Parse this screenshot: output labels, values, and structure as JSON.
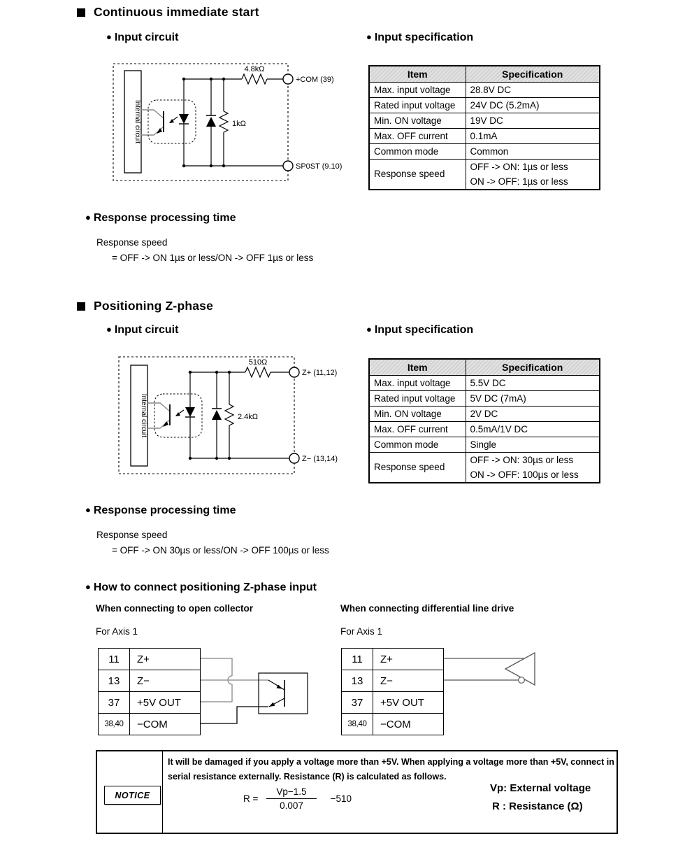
{
  "sections": {
    "continuous": {
      "title": "Continuous immediate start",
      "input_circuit": "Input circuit",
      "input_spec": "Input specification",
      "response_title": "Response processing time",
      "response_line1": "Response speed",
      "response_line2": "= OFF -> ON 1µs or less/ON -> OFF 1µs or less"
    },
    "zphase": {
      "title": "Positioning Z-phase",
      "input_circuit": "Input circuit",
      "input_spec": "Input specification",
      "response_title": "Response processing time",
      "response_line1": "Response speed",
      "response_line2": "= OFF -> ON 30µs or less/ON -> OFF 100µs or less",
      "connect_title": "How to connect positioning Z-phase input"
    }
  },
  "circuit1": {
    "internal_label": "Internal circuit",
    "series_resistor": "4.8kΩ",
    "shunt_resistor": "1kΩ",
    "terminal_top": "+COM (39)",
    "terminal_bottom": "SP0ST (9.10)"
  },
  "circuit2": {
    "internal_label": "Internal circuit",
    "series_resistor": "510Ω",
    "shunt_resistor": "2.4kΩ",
    "terminal_top": "Z+ (11,12)",
    "terminal_bottom": "Z−  (13,14)"
  },
  "spec_table1": {
    "headers": {
      "item": "Item",
      "spec": "Specification"
    },
    "rows": [
      {
        "item": "Max. input voltage",
        "spec": "28.8V DC"
      },
      {
        "item": "Rated input voltage",
        "spec": "24V DC (5.2mA)"
      },
      {
        "item": "Min. ON voltage",
        "spec": "19V DC"
      },
      {
        "item": "Max. OFF current",
        "spec": "0.1mA"
      },
      {
        "item": "Common mode",
        "spec": "Common"
      },
      {
        "item": "Response speed",
        "spec_line1": "OFF -> ON: 1µs or less",
        "spec_line2": "ON -> OFF: 1µs or less"
      }
    ]
  },
  "spec_table2": {
    "headers": {
      "item": "Item",
      "spec": "Specification"
    },
    "rows": [
      {
        "item": "Max. input voltage",
        "spec": "5.5V DC"
      },
      {
        "item": "Rated input voltage",
        "spec": "5V DC (7mA)"
      },
      {
        "item": "Min. ON voltage",
        "spec": "2V DC"
      },
      {
        "item": "Max. OFF current",
        "spec": "0.5mA/1V DC"
      },
      {
        "item": "Common mode",
        "spec": "Single"
      },
      {
        "item": "Response speed",
        "spec_line1": "OFF -> ON: 30µs or less",
        "spec_line2": "ON -> OFF: 100µs or less"
      }
    ]
  },
  "connection": {
    "open_collector": {
      "title": "When connecting to open collector",
      "axis": "For Axis 1",
      "pins": [
        {
          "no": "11",
          "name": "Z+"
        },
        {
          "no": "13",
          "name": "Z−"
        },
        {
          "no": "37",
          "name": "+5V OUT"
        },
        {
          "no": "38,40",
          "name": "−COM"
        }
      ]
    },
    "line_drive": {
      "title": "When connecting differential line drive",
      "axis": "For Axis 1",
      "pins": [
        {
          "no": "11",
          "name": "Z+"
        },
        {
          "no": "13",
          "name": "Z−"
        },
        {
          "no": "37",
          "name": "+5V OUT"
        },
        {
          "no": "38,40",
          "name": "−COM"
        }
      ]
    }
  },
  "notice": {
    "label": "NOTICE",
    "text": "It will be damaged if you apply a voltage more than +5V. When applying a voltage more than +5V, connect in serial resistance externally. Resistance (R) is calculated as follows.",
    "formula": {
      "lhs": "R =",
      "numerator": "Vp−1.5",
      "denominator": "0.007",
      "suffix": "−510"
    },
    "legend1": "Vp: External voltage",
    "legend2": "R : Resistance (Ω)"
  }
}
